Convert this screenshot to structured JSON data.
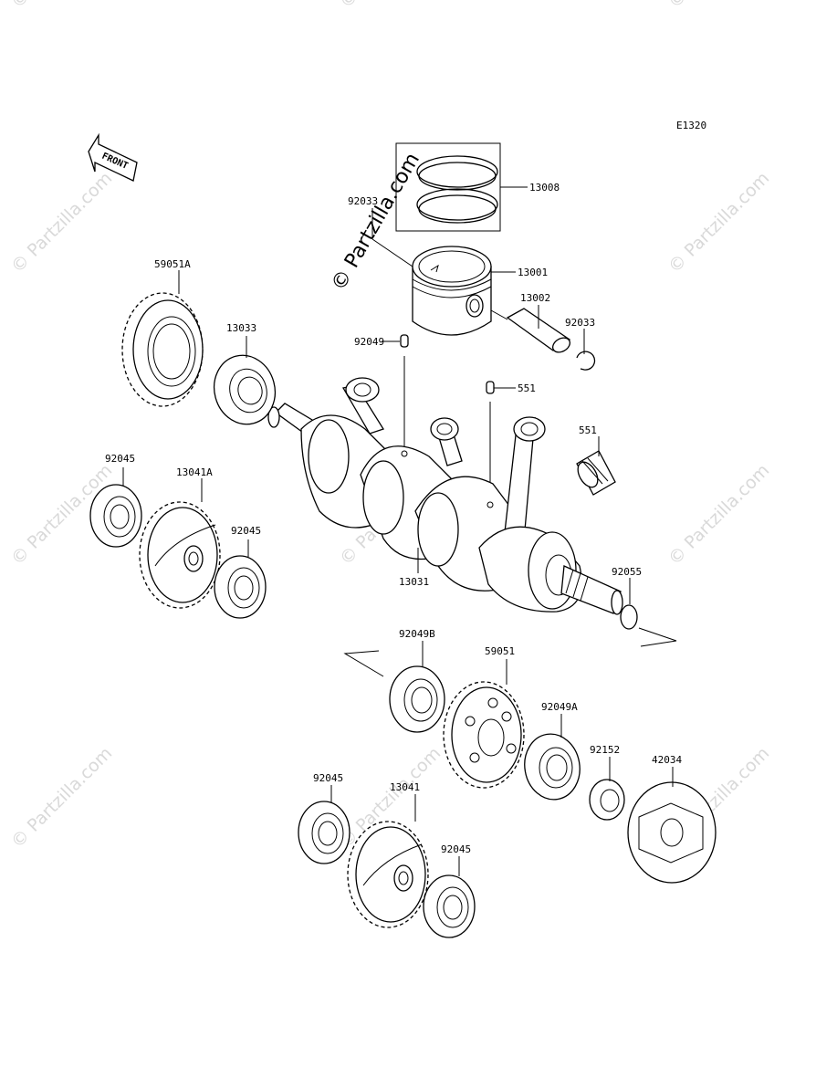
{
  "diagram_code": "E1320",
  "front_label": "FRONT",
  "watermark_text": "© Partzilla.com",
  "callouts": [
    {
      "id": "13008",
      "label": "13008"
    },
    {
      "id": "92033-top",
      "label": "92033"
    },
    {
      "id": "13001",
      "label": "13001"
    },
    {
      "id": "13002",
      "label": "13002"
    },
    {
      "id": "92033-right",
      "label": "92033"
    },
    {
      "id": "59051A",
      "label": "59051A"
    },
    {
      "id": "92049",
      "label": "92049"
    },
    {
      "id": "551-left",
      "label": "551"
    },
    {
      "id": "551-right",
      "label": "551"
    },
    {
      "id": "13033",
      "label": "13033"
    },
    {
      "id": "92045-a",
      "label": "92045"
    },
    {
      "id": "13041A",
      "label": "13041A"
    },
    {
      "id": "92045-b",
      "label": "92045"
    },
    {
      "id": "13031",
      "label": "13031"
    },
    {
      "id": "92055",
      "label": "92055"
    },
    {
      "id": "92049B",
      "label": "92049B"
    },
    {
      "id": "59051",
      "label": "59051"
    },
    {
      "id": "92049A",
      "label": "92049A"
    },
    {
      "id": "92152",
      "label": "92152"
    },
    {
      "id": "42034",
      "label": "42034"
    },
    {
      "id": "92045-c",
      "label": "92045"
    },
    {
      "id": "13041",
      "label": "13041"
    },
    {
      "id": "92045-d",
      "label": "92045"
    }
  ]
}
